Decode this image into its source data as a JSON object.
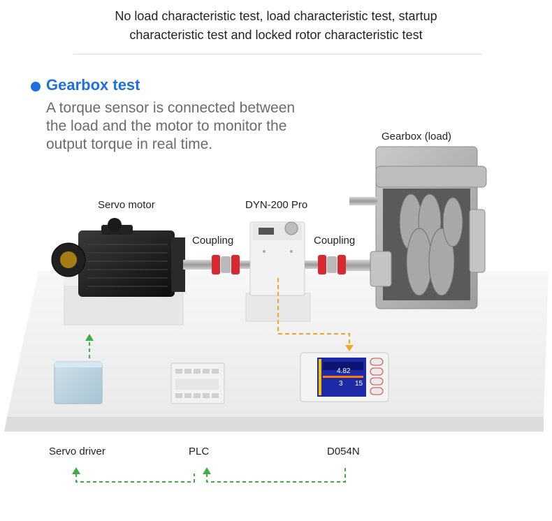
{
  "intro": {
    "line1": "No load characteristic test, load characteristic test, startup",
    "line2": "characteristic test and locked rotor characteristic test"
  },
  "section": {
    "title": "Gearbox test",
    "desc_line1": "A torque sensor is connected between",
    "desc_line2": "the load and the motor to monitor the",
    "desc_line3": "output torque in real time."
  },
  "labels": {
    "servo_motor": "Servo motor",
    "sensor": "DYN-200 Pro",
    "gearbox": "Gearbox (load)",
    "coupling_left": "Coupling",
    "coupling_right": "Coupling",
    "servo_driver": "Servo driver",
    "plc": "PLC",
    "display": "D054N"
  },
  "display_readout": {
    "value_top": "4.82",
    "value_left": "3",
    "value_right": "15"
  },
  "colors": {
    "accent": "#1e6fe0",
    "signal_orange": "#f5a623",
    "signal_green": "#3cb043",
    "coupling_red": "#d9282f"
  }
}
